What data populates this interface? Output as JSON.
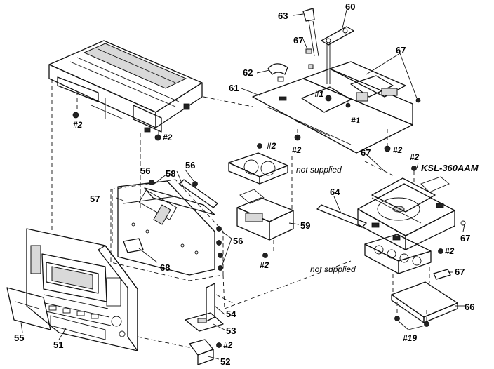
{
  "callouts": {
    "c51": "51",
    "c52": "52",
    "c53": "53",
    "c54": "54",
    "c55": "55",
    "c56a": "56",
    "c56b": "56",
    "c56c": "56",
    "c57": "57",
    "c58": "58",
    "c59": "59",
    "c60": "60",
    "c61": "61",
    "c62": "62",
    "c63": "63",
    "c64": "64",
    "c66": "66",
    "c67a": "67",
    "c67b": "67",
    "c67c": "67",
    "c67d": "67",
    "c67e": "67",
    "c68": "68"
  },
  "screws": {
    "s2a": "#2",
    "s2b": "#2",
    "s2c": "#2",
    "s2d": "#2",
    "s2e": "#2",
    "s2f": "#2",
    "s2g": "#2",
    "s2h": "#2",
    "s2i": "#2",
    "s1a": "#1",
    "s1b": "#1",
    "s19": "#19"
  },
  "notes": {
    "not_supplied_1": "not supplied",
    "not_supplied_2": "not supplied"
  },
  "model_label": "KSL-360AAM"
}
